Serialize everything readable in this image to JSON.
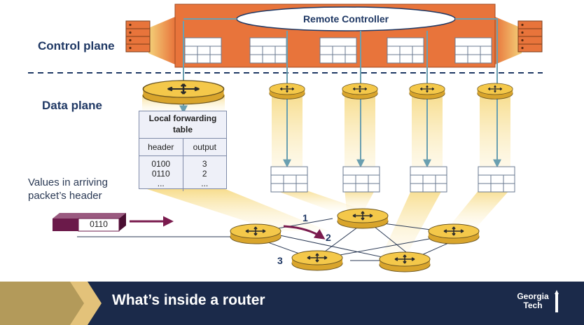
{
  "labels": {
    "control_plane": "Control plane",
    "data_plane": "Data plane",
    "remote_controller": "Remote Controller",
    "values_arriving": "Values in arriving packet’s header",
    "packet_header_value": "0110"
  },
  "forwarding_table": {
    "title": "Local forwarding table",
    "columns": [
      "header",
      "output"
    ],
    "header_values": [
      "0100",
      "0110",
      "..."
    ],
    "output_values": [
      "3",
      "2",
      "..."
    ]
  },
  "ports": [
    "1",
    "2",
    "3"
  ],
  "footer": {
    "title": "What’s inside a router",
    "logo_line1": "Georgia",
    "logo_line2": "Tech"
  },
  "colors": {
    "controller_orange": "#e8743b",
    "router_gold": "#f2c343",
    "navy": "#1f3864",
    "link_teal": "#6a9fb0",
    "packet_purple": "#6b1a4a",
    "footer_navy": "#1b2a4a"
  }
}
